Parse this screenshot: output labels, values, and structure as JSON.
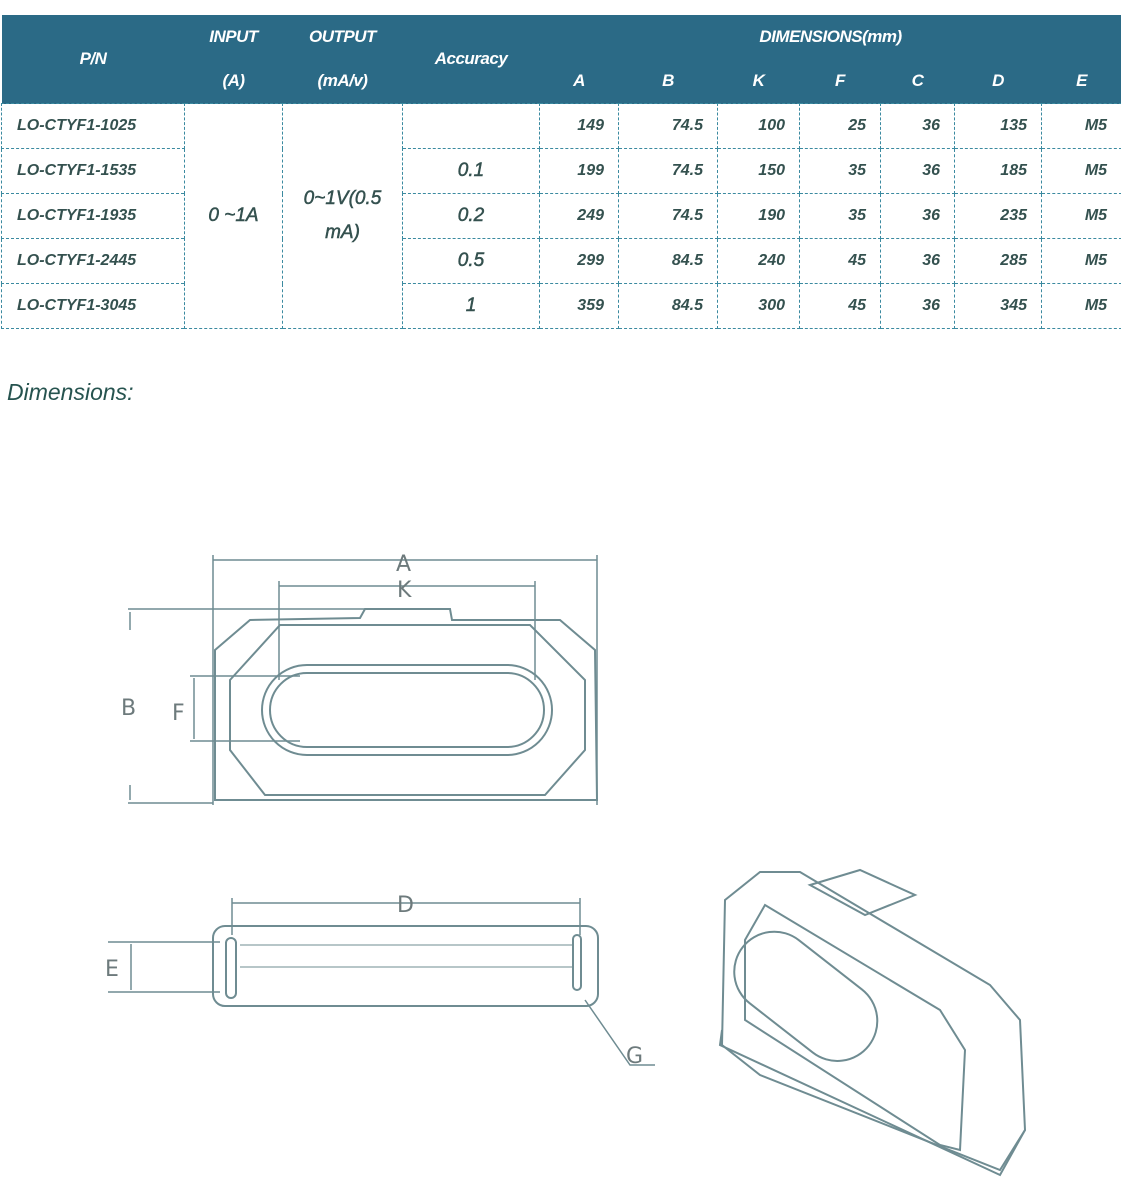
{
  "table": {
    "headers": {
      "pn": "P/N",
      "input": "INPUT",
      "input_unit": "(A)",
      "output": "OUTPUT",
      "output_unit": "(mA/v)",
      "accuracy": "Accuracy",
      "dimensions": "DIMENSIONS(mm)",
      "dim_cols": [
        "A",
        "B",
        "K",
        "F",
        "C",
        "D",
        "E"
      ]
    },
    "input_value": "0 ~1A",
    "output_value_line1": "0~1V(0.5",
    "output_value_line2": "mA)",
    "rows": [
      {
        "pn": "LO-CTYF1-1025",
        "accuracy": "",
        "dims": [
          "149",
          "74.5",
          "100",
          "25",
          "36",
          "135",
          "M5"
        ]
      },
      {
        "pn": "LO-CTYF1-1535",
        "accuracy": "0.1",
        "dims": [
          "199",
          "74.5",
          "150",
          "35",
          "36",
          "185",
          "M5"
        ]
      },
      {
        "pn": "LO-CTYF1-1935",
        "accuracy": "0.2",
        "dims": [
          "249",
          "74.5",
          "190",
          "35",
          "36",
          "235",
          "M5"
        ]
      },
      {
        "pn": "LO-CTYF1-2445",
        "accuracy": "0.5",
        "dims": [
          "299",
          "84.5",
          "240",
          "45",
          "36",
          "285",
          "M5"
        ]
      },
      {
        "pn": "LO-CTYF1-3045",
        "accuracy": "1",
        "dims": [
          "359",
          "84.5",
          "300",
          "45",
          "36",
          "345",
          "M5"
        ]
      }
    ]
  },
  "section_title": "Dimensions:",
  "drawing_labels": {
    "a": "A",
    "k": "K",
    "b": "B",
    "f": "F",
    "d": "D",
    "e": "E",
    "g": "G"
  },
  "colors": {
    "header": "#2b6a86",
    "text": "#34514f"
  }
}
